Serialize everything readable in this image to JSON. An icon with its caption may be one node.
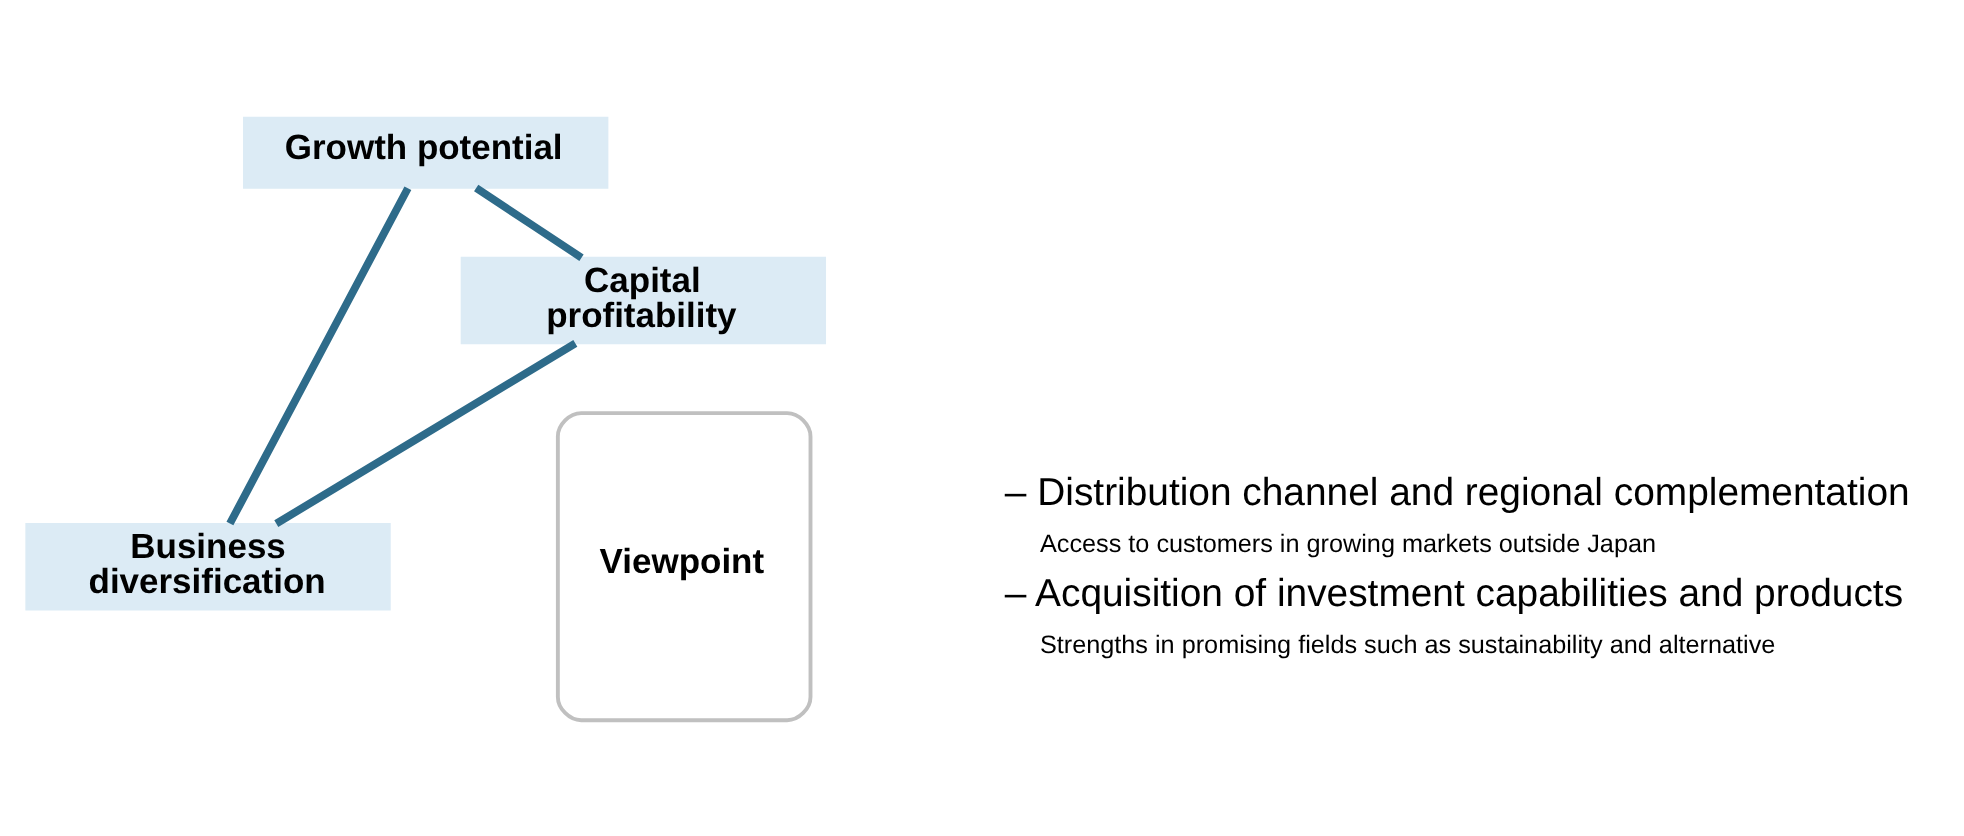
{
  "diagram": {
    "nodes": [
      {
        "text": [
          "Growth potential"
        ]
      },
      {
        "text": [
          "Capital profitability"
        ]
      },
      {
        "text": [
          "Business diversification"
        ]
      },
      {
        "text": [
          "Viewpoint"
        ]
      }
    ],
    "edges": [
      {
        "from": 0,
        "to": 1,
        "arrow": "none"
      },
      {
        "from": 0,
        "to": 2,
        "arrow": "none"
      },
      {
        "from": 1,
        "to": 2,
        "arrow": "none"
      }
    ],
    "labels": [
      "– Distribution channel and regional complementation",
      "Access to customers in growing markets outside Japan",
      "– Acquisition of investment capabilities and products",
      "Strengths in promising fields such as sustainability and alternative"
    ]
  }
}
